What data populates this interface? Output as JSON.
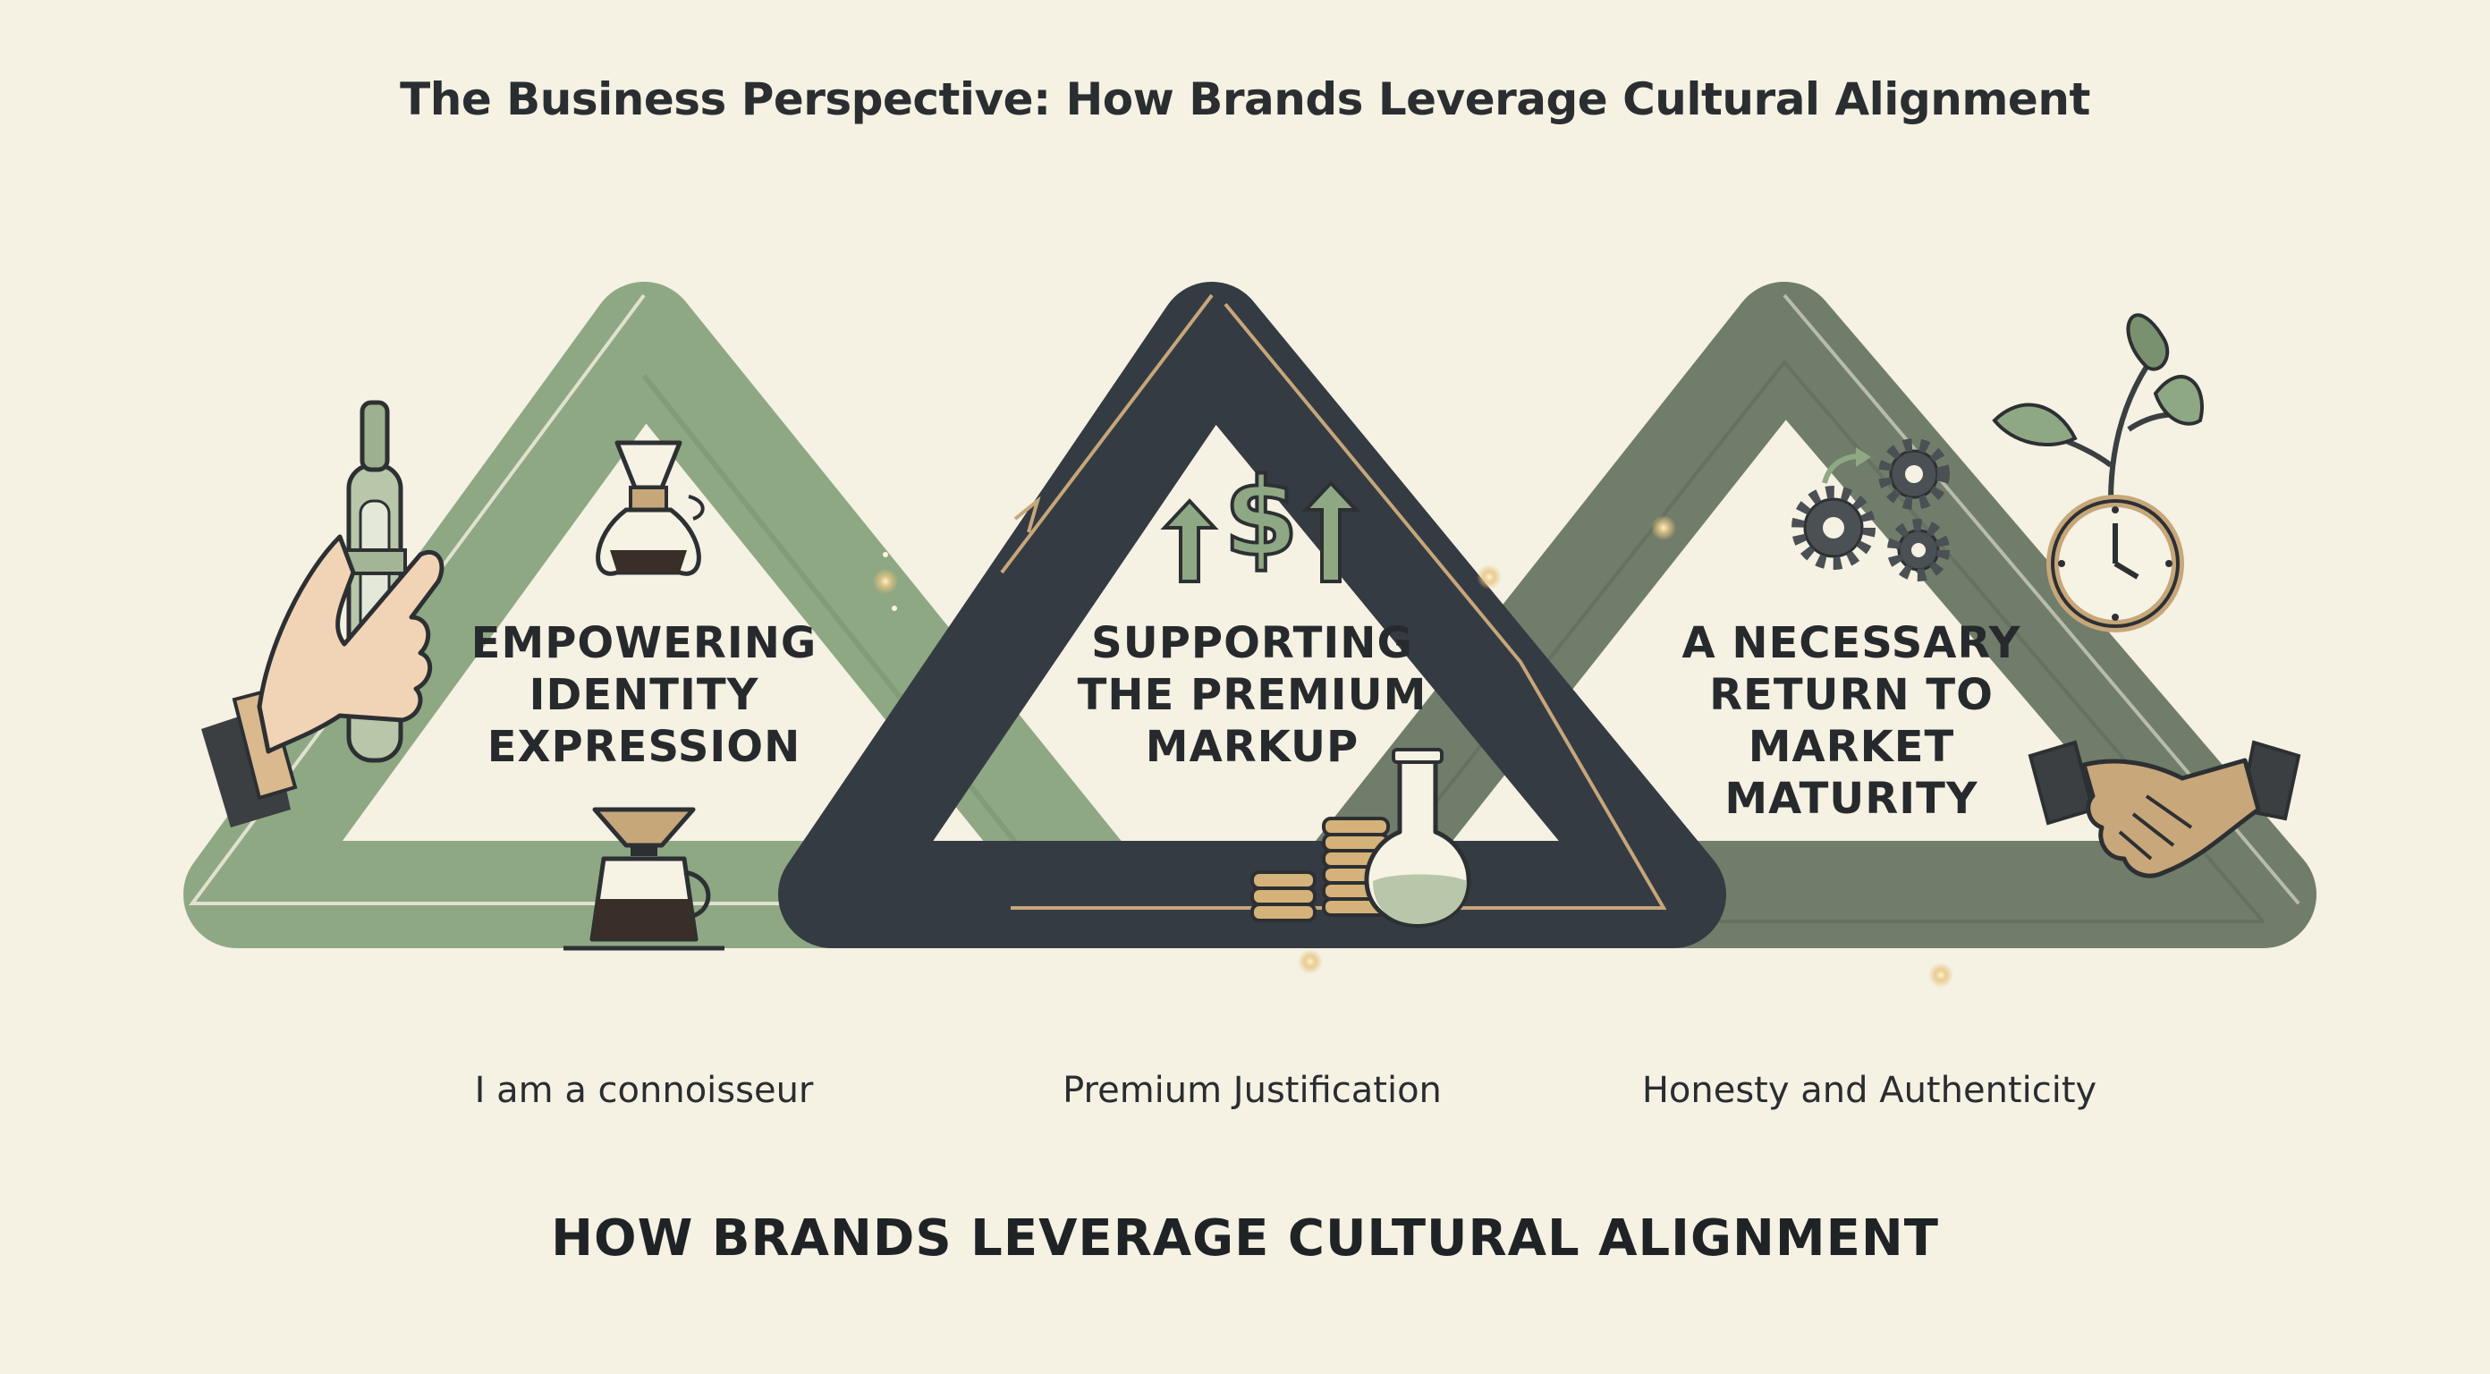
{
  "header": {
    "title": "The Business Perspective: How Brands Leverage Cultural Alignment"
  },
  "pillars": [
    {
      "title": "EMPOWERING IDENTITY EXPRESSION",
      "caption": "I am a connoisseur"
    },
    {
      "title": "SUPPORTING THE PREMIUM MARKUP",
      "caption": "Premium Justification"
    },
    {
      "title": "A NECESSARY RETURN TO MARKET MATURITY",
      "caption": "Honesty and Authenticity"
    }
  ],
  "footer": {
    "title": "HOW BRANDS LEVERAGE CULTURAL ALIGNMENT"
  },
  "icons": {
    "pillar1": [
      "hand-holding-vape-icon",
      "chemex-coffee-maker-icon",
      "pour-over-dripper-icon"
    ],
    "pillar2": [
      "dollar-with-up-arrows-icon",
      "coin-stacks-icon",
      "flask-icon"
    ],
    "pillar3": [
      "gears-icon",
      "plant-clock-icon",
      "handshake-icon"
    ]
  },
  "colors": {
    "background": "#f5f1e3",
    "sage": "#8fa884",
    "charcoal": "#353b43",
    "olive": "#707d6b",
    "gold": "#c6a77a",
    "text": "#23272b"
  }
}
